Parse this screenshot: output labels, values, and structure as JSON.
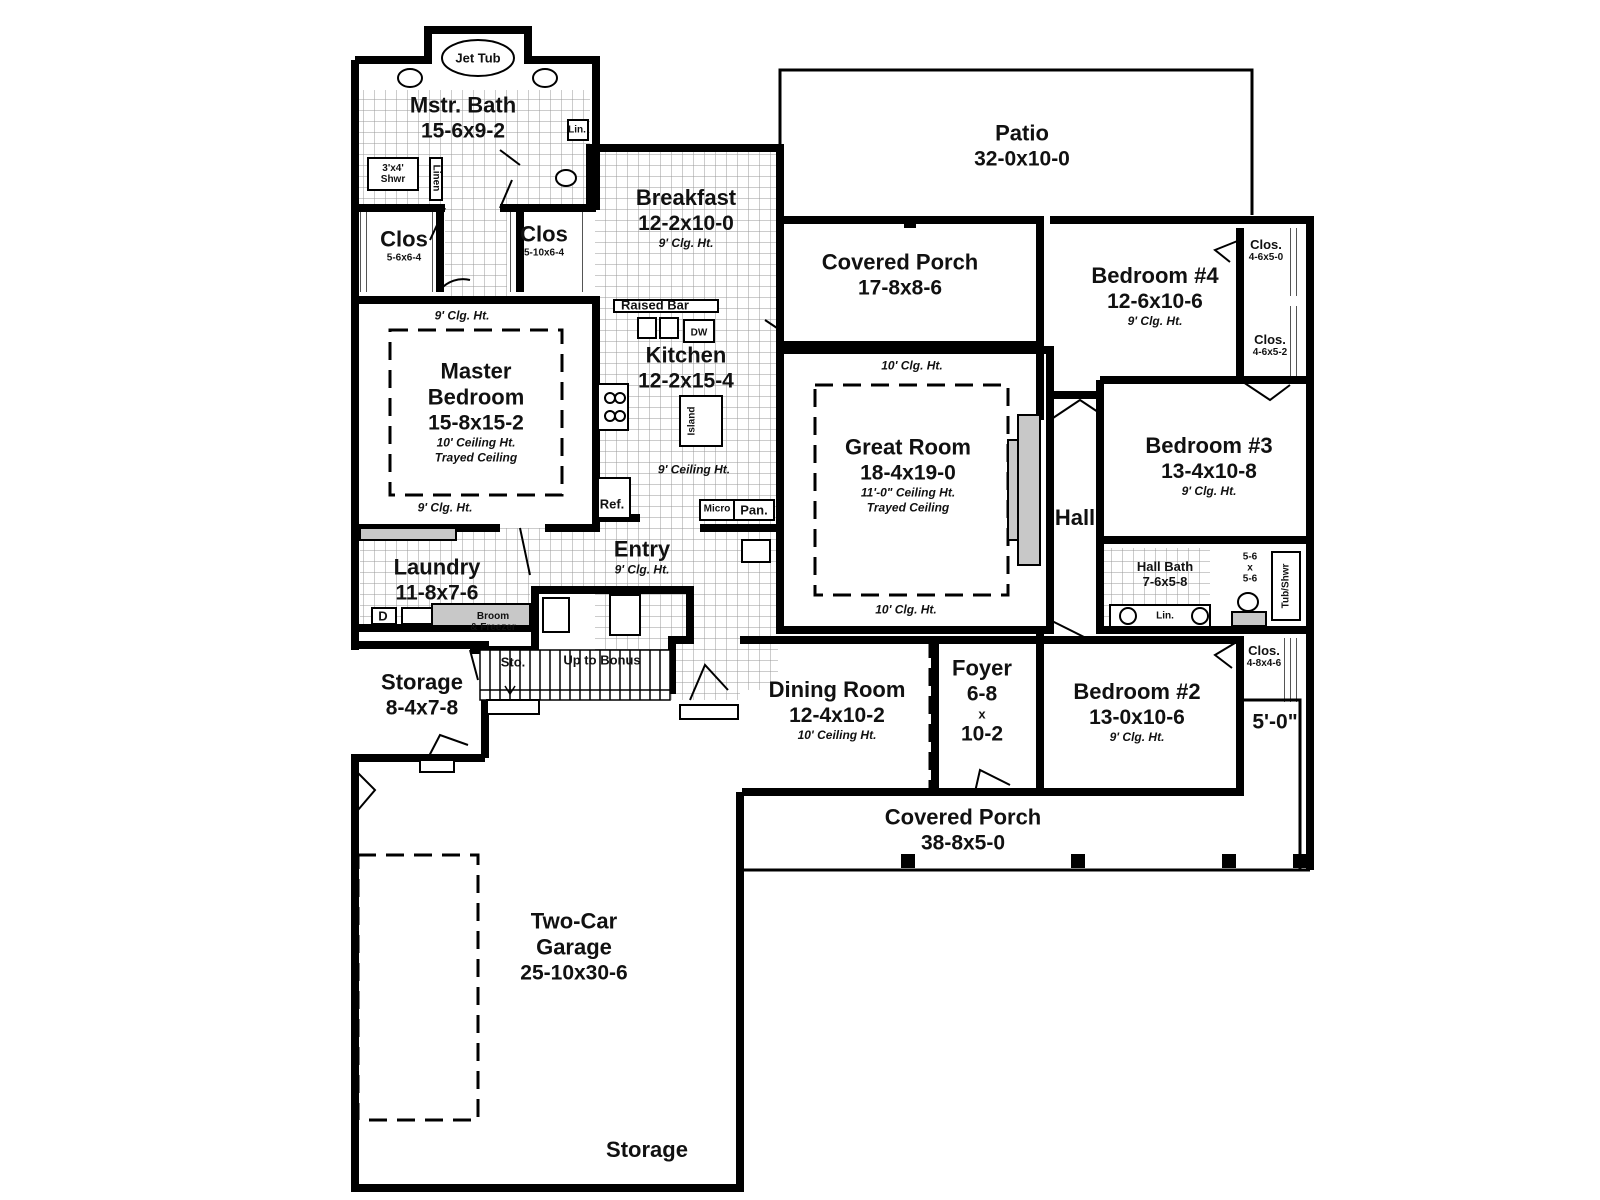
{
  "rooms": {
    "master_bath": {
      "name": "Mstr. Bath",
      "dim": "15-6x9-2",
      "tub": "Jet Tub",
      "linen": "Lin.",
      "linen_vertical": "Linen",
      "shower": "3'x4'",
      "shower2": "Shwr"
    },
    "closet_left": {
      "name": "Clos",
      "dim": "5-6x6-4"
    },
    "closet_right": {
      "name": "Clos",
      "dim": "5-10x6-4"
    },
    "master_bedroom": {
      "name1": "Master",
      "name2": "Bedroom",
      "dim": "15-8x15-2",
      "note1": "10' Ceiling Ht.",
      "note2": "Trayed Ceiling",
      "clg_top": "9' Clg. Ht.",
      "clg_bottom": "9' Clg. Ht."
    },
    "breakfast": {
      "name": "Breakfast",
      "dim": "12-2x10-0",
      "note": "9' Clg. Ht."
    },
    "kitchen": {
      "name": "Kitchen",
      "dim": "12-2x15-4",
      "note": "9' Ceiling Ht.",
      "raised_bar": "Raised Bar",
      "dw": "DW",
      "island": "Island",
      "ref": "Ref.",
      "micro": "Micro",
      "pan": "Pan."
    },
    "patio": {
      "name": "Patio",
      "dim": "32-0x10-0"
    },
    "covered_porch_rear": {
      "name": "Covered Porch",
      "dim": "17-8x8-6"
    },
    "great_room": {
      "name": "Great Room",
      "dim": "18-4x19-0",
      "note1": "11'-0\" Ceiling Ht.",
      "note2": "Trayed Ceiling",
      "clg_top": "10' Clg. Ht.",
      "clg_bottom": "10' Clg. Ht."
    },
    "bedroom4": {
      "name": "Bedroom #4",
      "dim": "12-6x10-6",
      "note": "9' Clg. Ht.",
      "closet_name": "Clos.",
      "closet_dim": "4-6x5-0"
    },
    "bedroom3": {
      "name": "Bedroom #3",
      "dim": "13-4x10-8",
      "note": "9' Clg. Ht.",
      "closet_name": "Clos.",
      "closet_dim": "4-6x5-2"
    },
    "hall": {
      "name": "Hall"
    },
    "hall_bath": {
      "name": "Hall Bath",
      "dim": "7-6x5-8",
      "linen": "Lin.",
      "tub": "Tub/Shwr",
      "closet_a": "5-6",
      "closet_x": "x",
      "closet_b": "5-6"
    },
    "laundry": {
      "name": "Laundry",
      "dim": "11-8x7-6",
      "dryer": "D",
      "broom": "Broom",
      "freezer": "& Freezer"
    },
    "entry": {
      "name": "Entry",
      "note": "9' Clg. Ht."
    },
    "storage_small": {
      "name": "Storage",
      "dim": "8-4x7-8"
    },
    "stairs": {
      "sto": "Sto.",
      "bonus": "Up to Bonus"
    },
    "dining_room": {
      "name": "Dining Room",
      "dim": "12-4x10-2",
      "note": "10' Ceiling Ht."
    },
    "foyer": {
      "name": "Foyer",
      "dim1": "6-8",
      "dim_x": "x",
      "dim2": "10-2"
    },
    "bedroom2": {
      "name": "Bedroom #2",
      "dim": "13-0x10-6",
      "note": "9' Clg. Ht.",
      "closet_name": "Clos.",
      "closet_dim": "4-8x4-6"
    },
    "covered_porch_front": {
      "name": "Covered Porch",
      "dim": "38-8x5-0",
      "extension": "5'-0\""
    },
    "garage": {
      "name1": "Two-Car",
      "name2": "Garage",
      "dim": "25-10x30-6",
      "storage": "Storage"
    }
  }
}
